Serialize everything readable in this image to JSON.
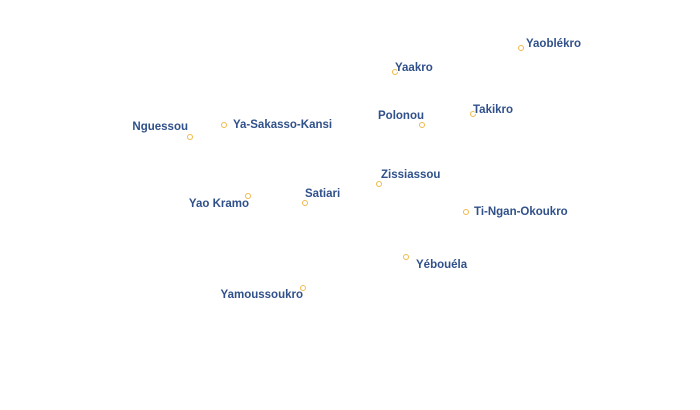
{
  "places": [
    {
      "id": "yaoblekro",
      "name": "Yaoblékro"
    },
    {
      "id": "yaakro",
      "name": "Yaakro"
    },
    {
      "id": "takikro",
      "name": "Takikro"
    },
    {
      "id": "polonou",
      "name": "Polonou"
    },
    {
      "id": "nguessou",
      "name": "Nguessou"
    },
    {
      "id": "ya-sakasso-kansi",
      "name": "Ya-Sakasso-Kansi"
    },
    {
      "id": "zissiassou",
      "name": "Zissiassou"
    },
    {
      "id": "satiari",
      "name": "Satiari"
    },
    {
      "id": "yao-kramo",
      "name": "Yao Kramo"
    },
    {
      "id": "ti-ngan-okoukro",
      "name": "Ti-Ngan-Okoukro"
    },
    {
      "id": "yebouela",
      "name": "Yébouéla"
    },
    {
      "id": "yamoussoukro",
      "name": "Yamoussoukro"
    }
  ],
  "marker_color": "#f0b84a",
  "label_color": "#30508a"
}
